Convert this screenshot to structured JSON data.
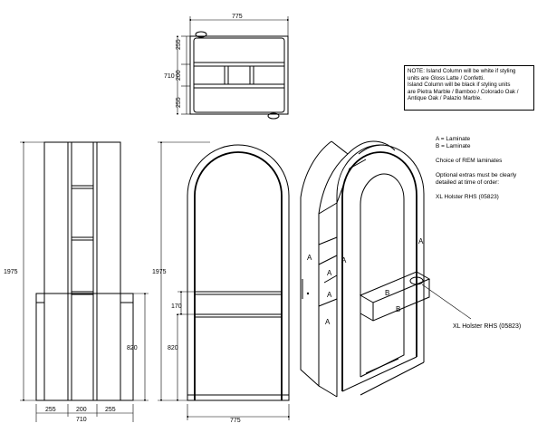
{
  "top_view": {
    "width_label": "775",
    "depth_label": "710",
    "seg_labels": [
      "255",
      "200",
      "255"
    ]
  },
  "side_view": {
    "height_label": "1975",
    "lower_height_label": "820",
    "seg_labels": [
      "255",
      "200",
      "255"
    ],
    "total_label": "710"
  },
  "front_view": {
    "height_label": "1975",
    "band_label": "170",
    "lower_height_label": "820",
    "width_label": "775"
  },
  "iso_view": {
    "labels": {
      "a1": "A",
      "a2": "A",
      "a3": "A",
      "a4": "A",
      "a5": "A",
      "a6": "A",
      "b1": "B",
      "b2": "B"
    },
    "callout": "XL Holster RHS (05823)"
  },
  "note": {
    "lines": [
      "NOTE: Island Column will be white if styling",
      "units are Gloss Latte / Confetti.",
      "Island Column will be black if styling units",
      "are Pietra Marble / Bamboo / Colorado Oak /",
      "Antique Oak / Palazio Marble."
    ]
  },
  "legend": {
    "line_a": "A = Laminate",
    "line_b": "B = Laminate",
    "choice": "Choice of REM laminates",
    "optional_1": "Optional extras must be clearly",
    "optional_2": "detailed at time of order:",
    "extra": "XL Holster RHS (05823)"
  }
}
